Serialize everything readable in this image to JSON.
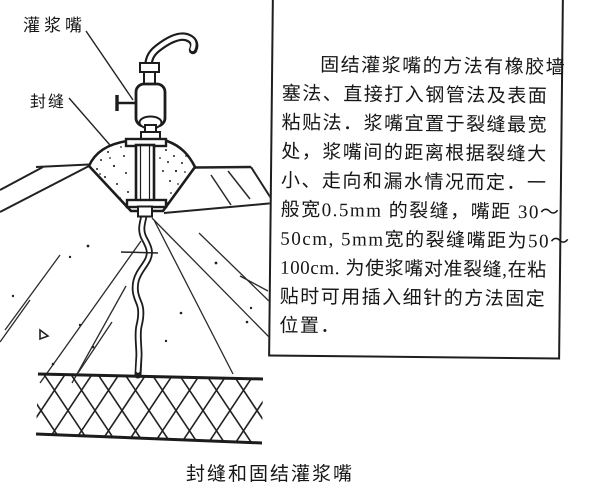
{
  "page": {
    "background": "#ffffff",
    "ink": "#1f1f1f"
  },
  "diagram": {
    "label_grouting_nozzle": "灌浆嘴",
    "label_seal": "封缝"
  },
  "textbox": {
    "lines": [
      "固结灌浆嘴的方法有橡胶墙",
      "塞法、直接打入钢管法及表面",
      "粘贴法．浆嘴宜置于裂缝最宽",
      "处，浆嘴间的距离根据裂缝大",
      "小、走向和漏水情况而定．一",
      "般宽0.5mm 的裂缝，嘴距 30～",
      "50cm, 5mm宽的裂缝嘴距为50～",
      "100cm. 为使浆嘴对准裂缝,在粘",
      "贴时可用插入细针的方法固定",
      "位置．"
    ]
  },
  "caption": "封缝和固结灌浆嘴"
}
